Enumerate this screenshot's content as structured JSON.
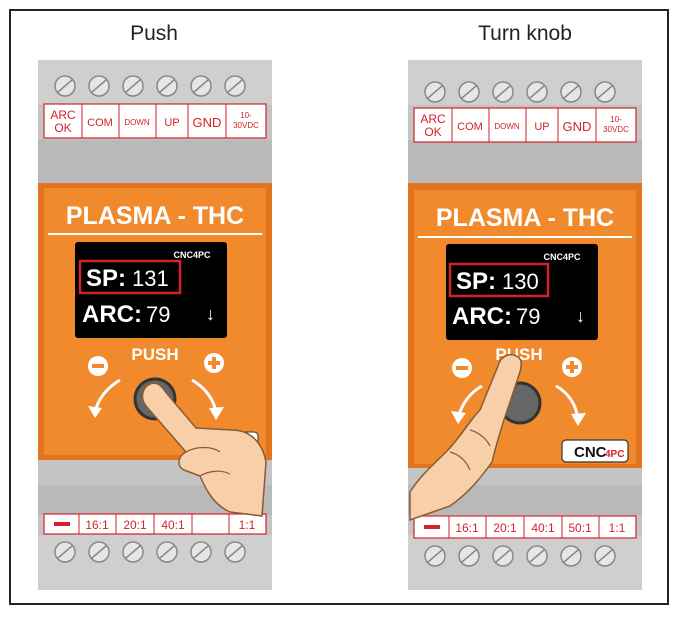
{
  "figure": {
    "left_caption": "Push",
    "right_caption": "Turn knob"
  },
  "colors": {
    "orange": "#f08a2c",
    "gray": "#bcbcbc",
    "red": "#d2232a",
    "display_bg": "#000000"
  },
  "device": {
    "top_terminals": [
      {
        "line1": "ARC",
        "line2": "OK"
      },
      {
        "line1": "COM",
        "line2": ""
      },
      {
        "line1": "DOWN",
        "line2": ""
      },
      {
        "line1": "UP",
        "line2": ""
      },
      {
        "line1": "GND",
        "line2": ""
      },
      {
        "line1": "10-",
        "line2": "30VDC"
      }
    ],
    "bottom_terminals": [
      "—",
      "16:1",
      "20:1",
      "40:1",
      "50:1",
      "1:1"
    ],
    "title": "PLASMA - THC",
    "brand_small": "CNC4PC",
    "push_label": "PUSH",
    "minus_symbol": "−",
    "plus_symbol": "+",
    "brand_logo": {
      "main": "CNC",
      "sub": "4PC"
    }
  },
  "left_device": {
    "sp_label": "SP:",
    "sp_value": "131",
    "arc_label": "ARC:",
    "arc_value": "79",
    "arrow": "↓"
  },
  "right_device": {
    "sp_label": "SP:",
    "sp_value": "130",
    "arc_label": "ARC:",
    "arc_value": "79",
    "arrow": "↓"
  }
}
